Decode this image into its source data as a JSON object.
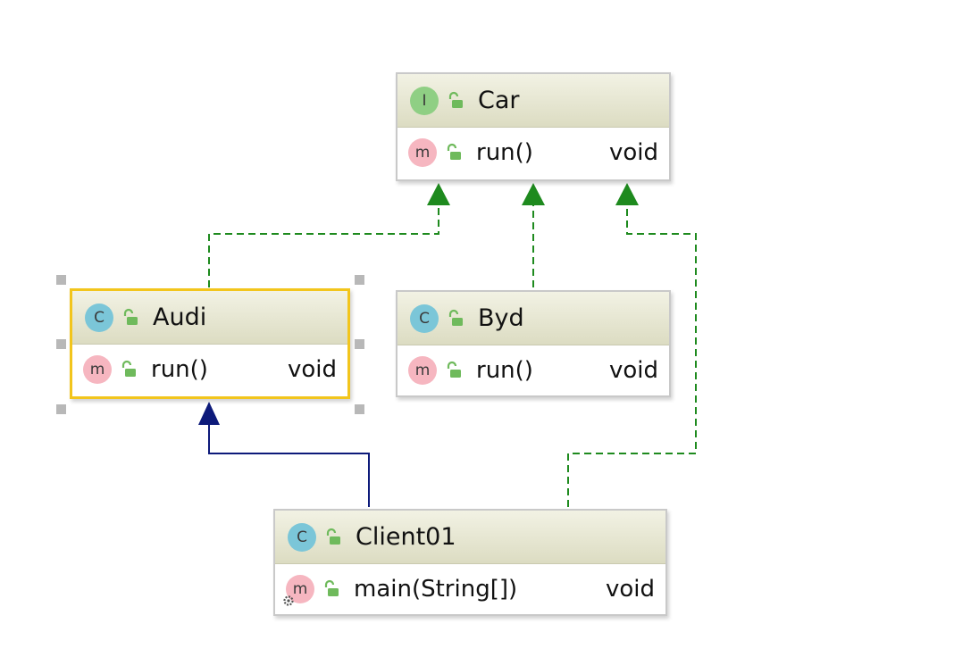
{
  "diagram": {
    "nodes": {
      "car": {
        "kind_letter": "I",
        "kind_icon": "interface-icon",
        "name": "Car",
        "method": {
          "letter": "m",
          "name": "run()",
          "type": "void"
        }
      },
      "audi": {
        "kind_letter": "C",
        "kind_icon": "class-icon",
        "name": "Audi",
        "method": {
          "letter": "m",
          "name": "run()",
          "type": "void"
        }
      },
      "byd": {
        "kind_letter": "C",
        "kind_icon": "class-icon",
        "name": "Byd",
        "method": {
          "letter": "m",
          "name": "run()",
          "type": "void"
        }
      },
      "client01": {
        "kind_letter": "C",
        "kind_icon": "class-icon",
        "name": "Client01",
        "method": {
          "letter": "m",
          "name": "main(String[])",
          "type": "void"
        }
      }
    },
    "edges": [
      {
        "from": "audi",
        "to": "car",
        "type": "implements"
      },
      {
        "from": "byd",
        "to": "car",
        "type": "implements"
      },
      {
        "from": "client01",
        "to": "car",
        "type": "implements"
      },
      {
        "from": "client01",
        "to": "audi",
        "type": "extends"
      }
    ],
    "selected": "audi",
    "colors": {
      "implements_edge": "#1e8a1e",
      "extends_edge": "#0d1a7a",
      "selection": "#f2c51c",
      "header": "#e6e6d0",
      "interface_badge": "#8fcf84",
      "class_badge": "#7bc6d8",
      "method_badge": "#f6b6c0"
    }
  }
}
